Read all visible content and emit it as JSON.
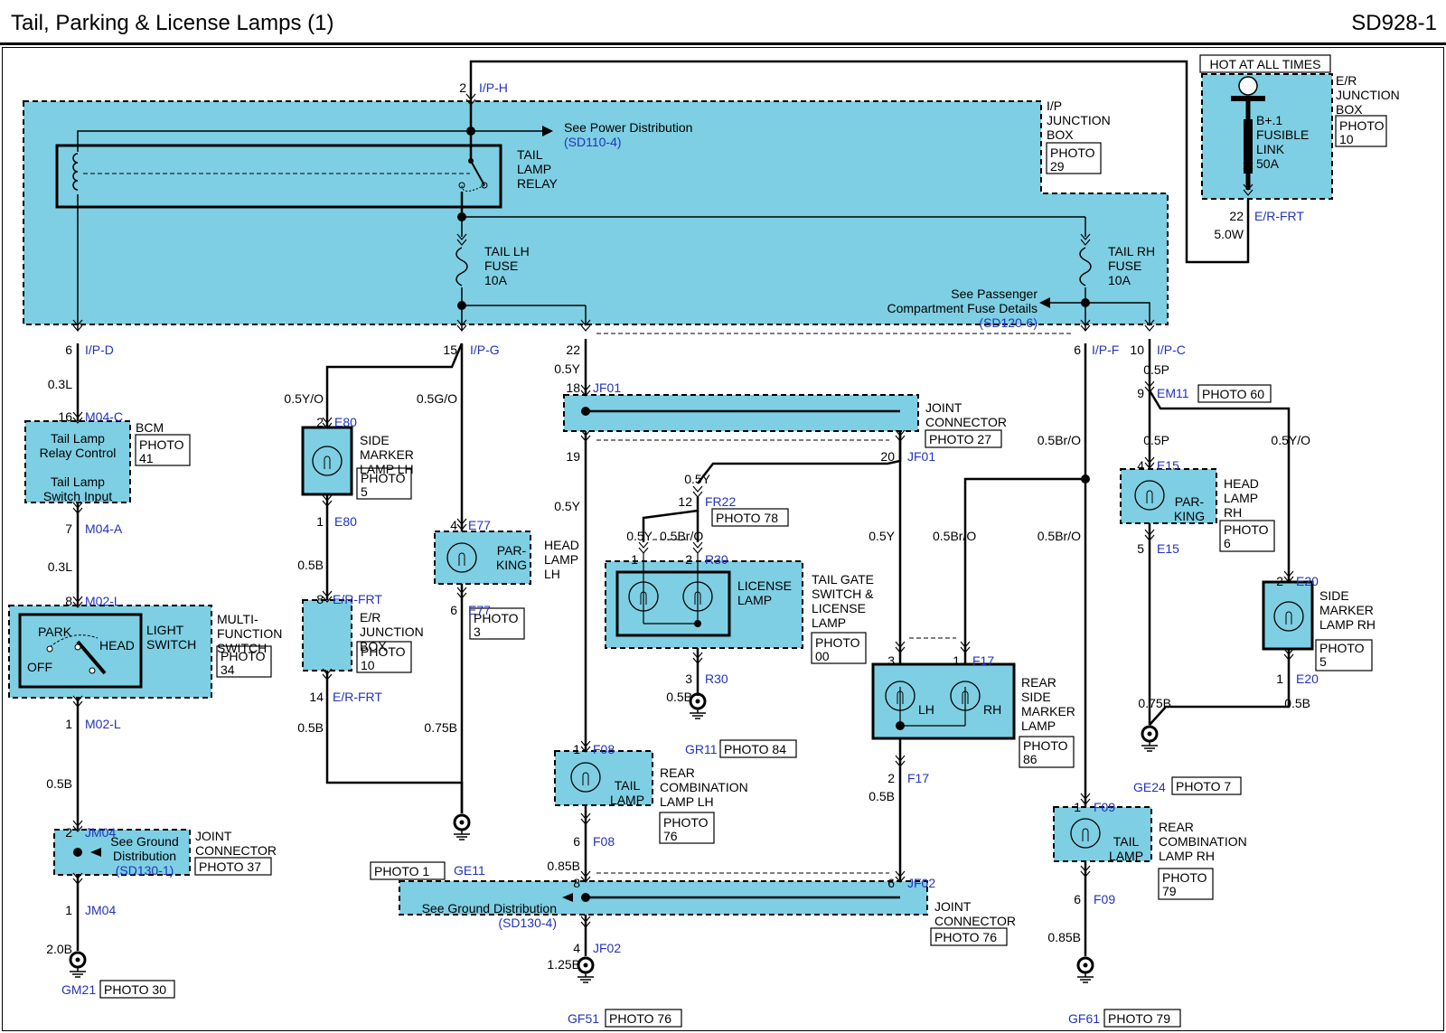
{
  "header": {
    "title": "Tail, Parking & License Lamps (1)",
    "code": "SD928-1"
  },
  "power": {
    "hot_label": "HOT AT ALL TIMES",
    "erjb_label": [
      "E/R",
      "JUNCTION",
      "BOX"
    ],
    "erjb_photo": [
      "PHOTO",
      "10"
    ],
    "fusible_link": [
      "B+.1",
      "FUSIBLE",
      "LINK",
      "50A"
    ],
    "er_frt_pin": "22",
    "er_frt_conn": "E/R-FRT",
    "er_frt_wire": "5.0W",
    "iph_pin": "2",
    "iph_conn": "I/P-H"
  },
  "ipjb": {
    "label": [
      "I/P",
      "JUNCTION",
      "BOX"
    ],
    "photo": [
      "PHOTO",
      "29"
    ],
    "relay": [
      "TAIL",
      "LAMP",
      "RELAY"
    ],
    "power_ref": "See Power Distribution",
    "power_ref_link": "(SD110-4)",
    "fuse_lh": [
      "TAIL LH",
      "FUSE",
      "10A"
    ],
    "fuse_rh": [
      "TAIL RH",
      "FUSE",
      "10A"
    ],
    "pass_ref": [
      "See Passenger",
      "Compartment Fuse Details"
    ],
    "pass_ref_link": "(SD120-6)",
    "pins": {
      "ipd_pin": "6",
      "ipd_conn": "I/P-D",
      "ipg_pin": "15",
      "ipg_conn": "I/P-G",
      "p22": "22",
      "ipf_pin": "6",
      "ipf_conn": "I/P-F",
      "ipc_pin": "10",
      "ipc_conn": "I/P-C"
    }
  },
  "wires": {
    "w03l": "0.3L",
    "w05yo": "0.5Y/O",
    "w05go": "0.5G/O",
    "w05y": "0.5Y",
    "w05p": "0.5P",
    "w05bro": "0.5Br/O",
    "w05b": "0.5B",
    "w075b": "0.75B",
    "w085b": "0.85B",
    "w125b": "1.25B",
    "w20b": "2.0B"
  },
  "bcm": {
    "label": "BCM",
    "photo": [
      "PHOTO",
      "41"
    ],
    "line1": [
      "Tail Lamp",
      "Relay Control"
    ],
    "line2": [
      "Tail Lamp",
      "Switch Input"
    ],
    "top_pin": "16",
    "top_conn": "M04-C",
    "bot_pin": "7",
    "bot_conn": "M04-A"
  },
  "mfs": {
    "label": [
      "MULTI-",
      "FUNCTION",
      "SWITCH"
    ],
    "photo": [
      "PHOTO",
      "34"
    ],
    "switch_label": [
      "LIGHT",
      "SWITCH"
    ],
    "park": "PARK",
    "head": "HEAD",
    "off": "OFF",
    "top_pin": "8",
    "top_conn": "M02-L",
    "bot_pin": "1",
    "bot_conn": "M02-L"
  },
  "jm04": {
    "label": [
      "JOINT",
      "CONNECTOR"
    ],
    "photo": "PHOTO 37",
    "ref": [
      "See Ground",
      "Distribution"
    ],
    "ref_link": "(SD130-1)",
    "top_pin": "2",
    "top_conn": "JM04",
    "bot_pin": "1",
    "bot_conn": "JM04"
  },
  "gm21": {
    "name": "GM21",
    "photo": "PHOTO 30"
  },
  "side_lh": {
    "label": [
      "SIDE",
      "MARKER",
      "LAMP LH"
    ],
    "photo": [
      "PHOTO",
      "5"
    ],
    "top_pin": "2",
    "top_conn": "E80",
    "bot_pin": "1",
    "bot_conn": "E80"
  },
  "erjb2": {
    "label": [
      "E/R",
      "JUNCTION",
      "BOX"
    ],
    "photo": [
      "PHOTO",
      "10"
    ],
    "top_pin": "8",
    "top_conn": "E/R-FRT",
    "bot_pin": "14",
    "bot_conn": "E/R-FRT"
  },
  "head_lh": {
    "label": [
      "HEAD",
      "LAMP",
      "LH"
    ],
    "inner": [
      "PAR-",
      "KING"
    ],
    "photo": [
      "PHOTO",
      "3"
    ],
    "top_pin": "4",
    "top_conn": "E77",
    "bot_pin": "6",
    "bot_conn": "E77"
  },
  "ge11": {
    "name": "GE11",
    "photo": "PHOTO 1"
  },
  "jf01": {
    "label": [
      "JOINT",
      "CONNECTOR"
    ],
    "photo": "PHOTO 27",
    "p18": "18",
    "conn": "JF01",
    "p19": "19",
    "p20": "20"
  },
  "fr22": {
    "pin": "12",
    "conn": "FR22",
    "photo": "PHOTO 78"
  },
  "license": {
    "label": [
      "TAIL GATE",
      "SWITCH &",
      "LICENSE",
      "LAMP"
    ],
    "photo": [
      "PHOTO",
      "00"
    ],
    "inner": [
      "LICENSE",
      "LAMP"
    ],
    "p1": "1",
    "p2": "2",
    "conn": "R30",
    "p3": "3"
  },
  "gr11": {
    "name": "GR11",
    "photo": "PHOTO 84"
  },
  "rear_lh": {
    "label": [
      "REAR",
      "COMBINATION",
      "LAMP LH"
    ],
    "inner": [
      "TAIL",
      "LAMP"
    ],
    "photo": [
      "PHOTO",
      "76"
    ],
    "top_pin": "1",
    "top_conn": "F08",
    "bot_pin": "6",
    "bot_conn": "F08"
  },
  "jf02": {
    "label": [
      "JOINT",
      "CONNECTOR"
    ],
    "photo": "PHOTO 76",
    "ref": "See Ground Distribution",
    "ref_link": "(SD130-4)",
    "p8": "8",
    "p6": "6",
    "conn": "JF02",
    "p4": "4"
  },
  "gf51": {
    "name": "GF51",
    "photo": "PHOTO 76"
  },
  "rear_side": {
    "label": [
      "REAR",
      "SIDE",
      "MARKER",
      "LAMP"
    ],
    "photo": [
      "PHOTO",
      "86"
    ],
    "lh": "LH",
    "rh": "RH",
    "p3": "3",
    "p1": "1",
    "conn": "F17",
    "p2": "2"
  },
  "rear_rh": {
    "label": [
      "REAR",
      "COMBINATION",
      "LAMP RH"
    ],
    "inner": [
      "TAIL",
      "LAMP"
    ],
    "photo": [
      "PHOTO",
      "79"
    ],
    "top_pin": "1",
    "top_conn": "F09",
    "bot_pin": "6",
    "bot_conn": "F09"
  },
  "gf61": {
    "name": "GF61",
    "photo": "PHOTO 79"
  },
  "em11": {
    "pin": "9",
    "conn": "EM11",
    "photo": "PHOTO 60"
  },
  "head_rh": {
    "label": [
      "HEAD",
      "LAMP",
      "RH"
    ],
    "inner": [
      "PAR-",
      "KING"
    ],
    "photo": [
      "PHOTO",
      "6"
    ],
    "top_pin": "4",
    "top_conn": "E15",
    "bot_pin": "5",
    "bot_conn": "E15"
  },
  "side_rh": {
    "label": [
      "SIDE",
      "MARKER",
      "LAMP RH"
    ],
    "photo": [
      "PHOTO",
      "5"
    ],
    "top_pin": "2",
    "top_conn": "E20",
    "bot_pin": "1",
    "bot_conn": "E20"
  },
  "ge24": {
    "name": "GE24",
    "photo": "PHOTO 7"
  },
  "colors": {
    "component_fill": "#7ecfe3",
    "connector_text": "#2233bb",
    "wire": "#000000"
  }
}
